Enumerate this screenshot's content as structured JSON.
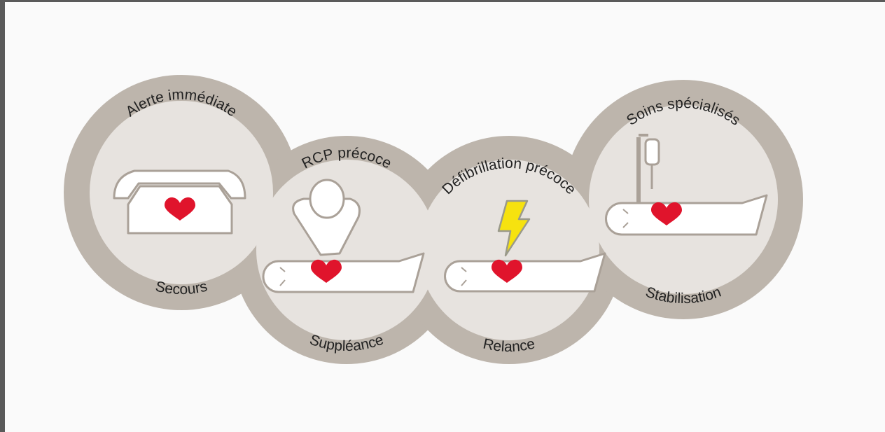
{
  "colors": {
    "ring": "#bdb5ac",
    "disc": "#e7e3df",
    "figure_fill": "#ffffff",
    "figure_stroke": "#aaa198",
    "heart": "#e0142c",
    "bolt_fill": "#f6e20f",
    "bolt_stroke": "#9a9a8a",
    "text": "#222222"
  },
  "stages": [
    {
      "top": "Alerte immédiate",
      "bottom": "Secours",
      "icon": "telephone-heart-icon"
    },
    {
      "top": "RCP précoce",
      "bottom": "Suppléance",
      "icon": "cpr-rescuer-patient-icon"
    },
    {
      "top": "Défibrillation précoce",
      "bottom": "Relance",
      "icon": "defibrillation-bolt-patient-icon"
    },
    {
      "top": "Soins spécialisés",
      "bottom": "Stabilisation",
      "icon": "iv-drip-patient-icon"
    }
  ]
}
